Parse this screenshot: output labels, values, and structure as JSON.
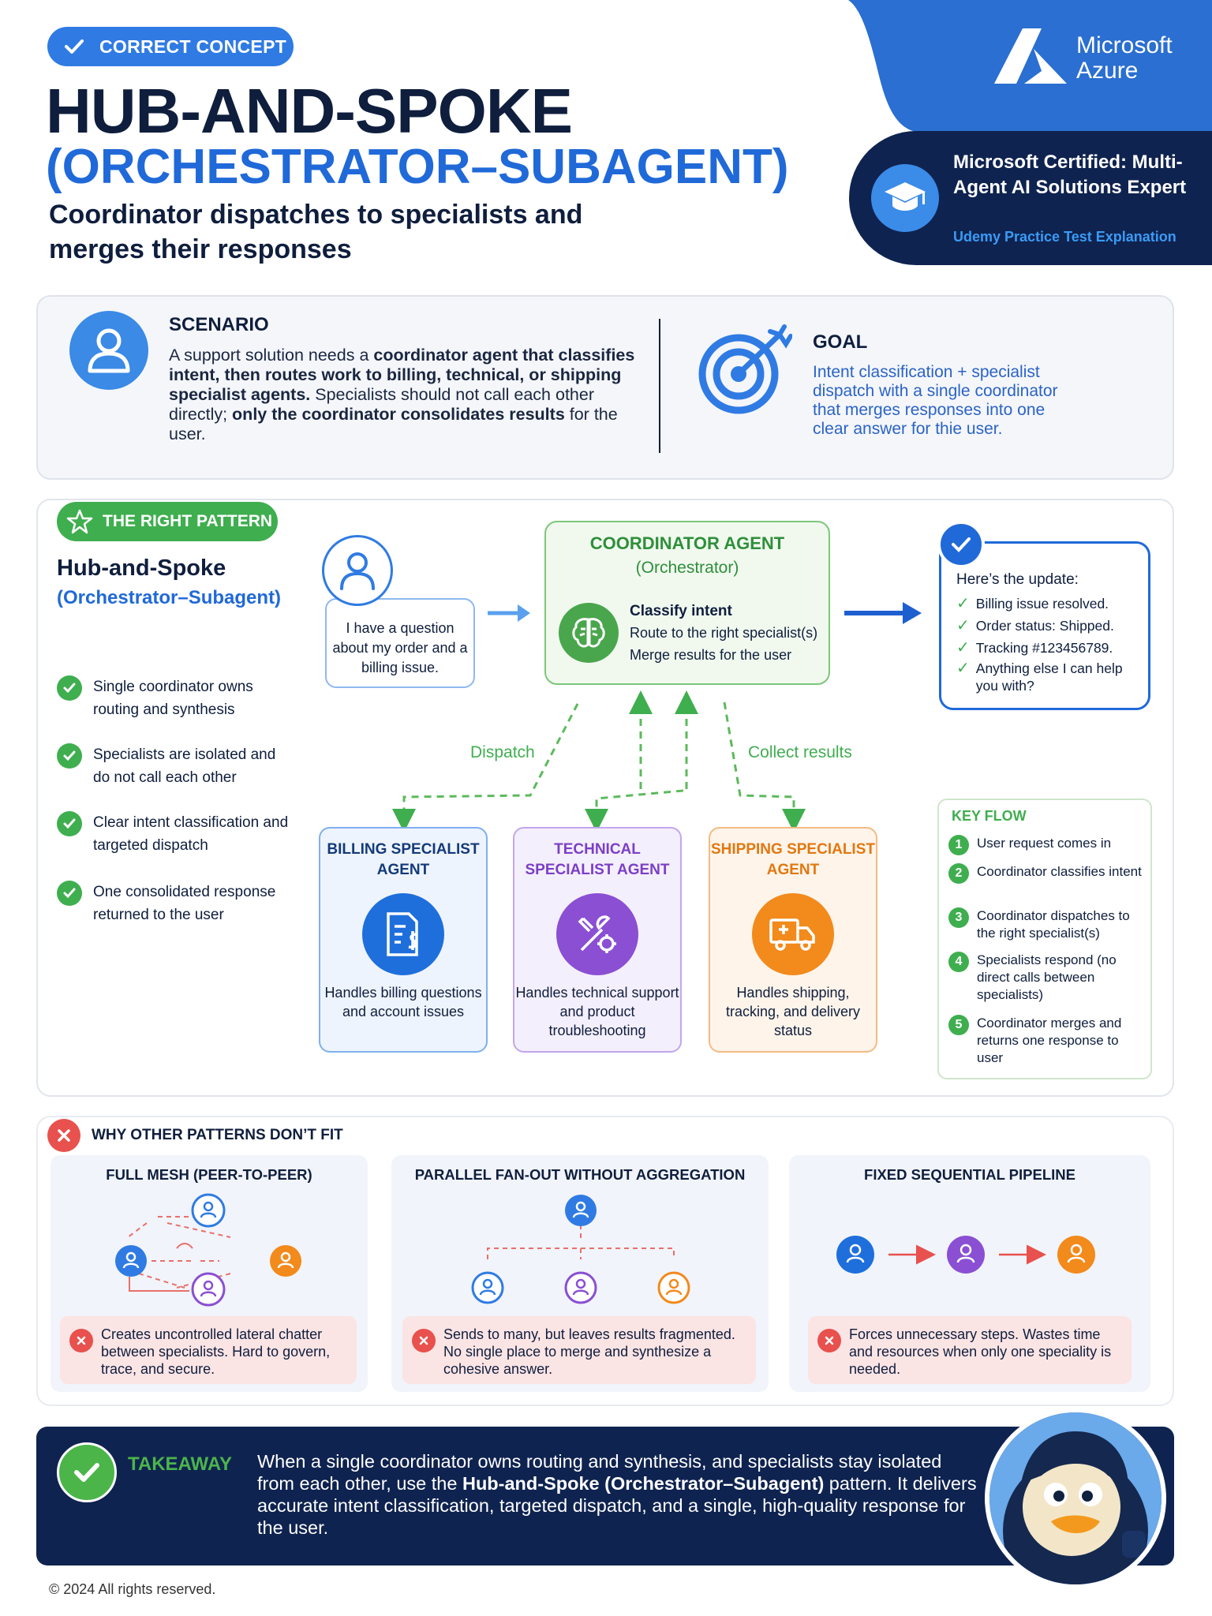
{
  "header": {
    "badge": "CORRECT CONCEPT",
    "title_line1": "HUB-AND-SPOKE",
    "title_line2": "(ORCHESTRATOR–SUBAGENT)",
    "subtitle": "Coordinator dispatches to specialists and merges their responses"
  },
  "brand": {
    "name_line1": "Microsoft",
    "name_line2": "Azure",
    "cert_title": "Microsoft Certified: Multi-Agent AI Solutions Expert",
    "cert_sub": "Udemy Practice Test Explanation"
  },
  "scenario": {
    "heading": "SCENARIO",
    "p1": "A support solution needs a ",
    "p1b": "coordinator agent that classifies intent, then routes work to billing,",
    "p2": " technical, or ",
    "p2b": "shipping specialist agents.",
    "p3": " Specialists should not call each other directly;",
    "p4b": " only the ",
    "p4c": "coordinator consolidates results",
    "p5": " for the user."
  },
  "goal": {
    "heading": "GOAL",
    "text": "Intent classification + specialist dispatch with a single coordinator that merges responses into one clear answer for thie user."
  },
  "pattern": {
    "badge": "THE RIGHT PATTERN",
    "title": "Hub-and-Spoke",
    "subtitle": "(Orchestrator–Subagent)",
    "checks": [
      "Single coordinator owns routing and synthesis",
      "Specialists are isolated and do not call each other",
      "Clear intent classification and targeted dispatch",
      "One consolidated response returned to the user"
    ],
    "user_question": "I have a question about my order and a billing issue.",
    "coordinator": {
      "title": "COORDINATOR AGENT",
      "subtitle": "(Orchestrator)",
      "line1": "Classify intent",
      "line2": "Route to the right specialist(s)",
      "line3": "Merge results for the user"
    },
    "update": {
      "heading": "Here’s the update:",
      "items": [
        "Billing issue resolved.",
        "Order status: Shipped.",
        "Tracking #123456789.",
        "Anything else I can help you with?"
      ]
    },
    "label_dispatch": "Dispatch",
    "label_collect": "Collect results",
    "specialists": [
      {
        "title": "BILLING SPECIALIST AGENT",
        "text": "Handles billing questions and account issues",
        "color": "#2f7be3"
      },
      {
        "title": "TECHNICAL SPECIALIST AGENT",
        "text": "Handles technical support and product troubleshooting",
        "color": "#8a4fd3"
      },
      {
        "title": "SHIPPING SPECIALIST AGENT",
        "text": "Handles shipping, tracking, and delivery status",
        "color": "#f28a1c"
      }
    ],
    "key_flow": {
      "heading": "KEY FLOW",
      "steps": [
        "User request comes in",
        "Coordinator classifies intent",
        "Coordinator dispatches to the right specialist(s)",
        "Specialists respond (no direct calls between specialists)",
        "Coordinator merges and returns one response to user"
      ]
    }
  },
  "why": {
    "heading": "WHY OTHER PATTERNS DON’T FIT",
    "alternatives": [
      {
        "title": "FULL MESH (PEER-TO-PEER)",
        "note": "Creates uncontrolled lateral chatter between specialists. Hard to govern, trace, and secure."
      },
      {
        "title": "PARALLEL FAN-OUT WITHOUT AGGREGATION",
        "note": "Sends to many, but leaves results fragmented. No single place to merge and synthesize a cohesive answer."
      },
      {
        "title": "FIXED SEQUENTIAL PIPELINE",
        "note": "Forces unnecessary steps. Wastes time and resources when only one speciality is needed."
      }
    ]
  },
  "takeaway": {
    "label": "TAKEAWAY",
    "t1": "When a single coordinator owns routing and synthesis, and specialists stay isolated from each other, use the ",
    "t2": "Hub-and-Spoke (Orchestrator–Subagent)",
    "t3": " pattern. It delivers accurate intent classification, targeted dispatch, and a single, high-quality response for the user."
  },
  "footer": {
    "copyright": "© 2024   All rights reserved."
  },
  "colors": {
    "navy": "#0f1e3d",
    "blue": "#2069d8",
    "green": "#3fae4f",
    "red": "#e8514d",
    "purple": "#8a4fd3",
    "orange": "#f28a1c"
  }
}
